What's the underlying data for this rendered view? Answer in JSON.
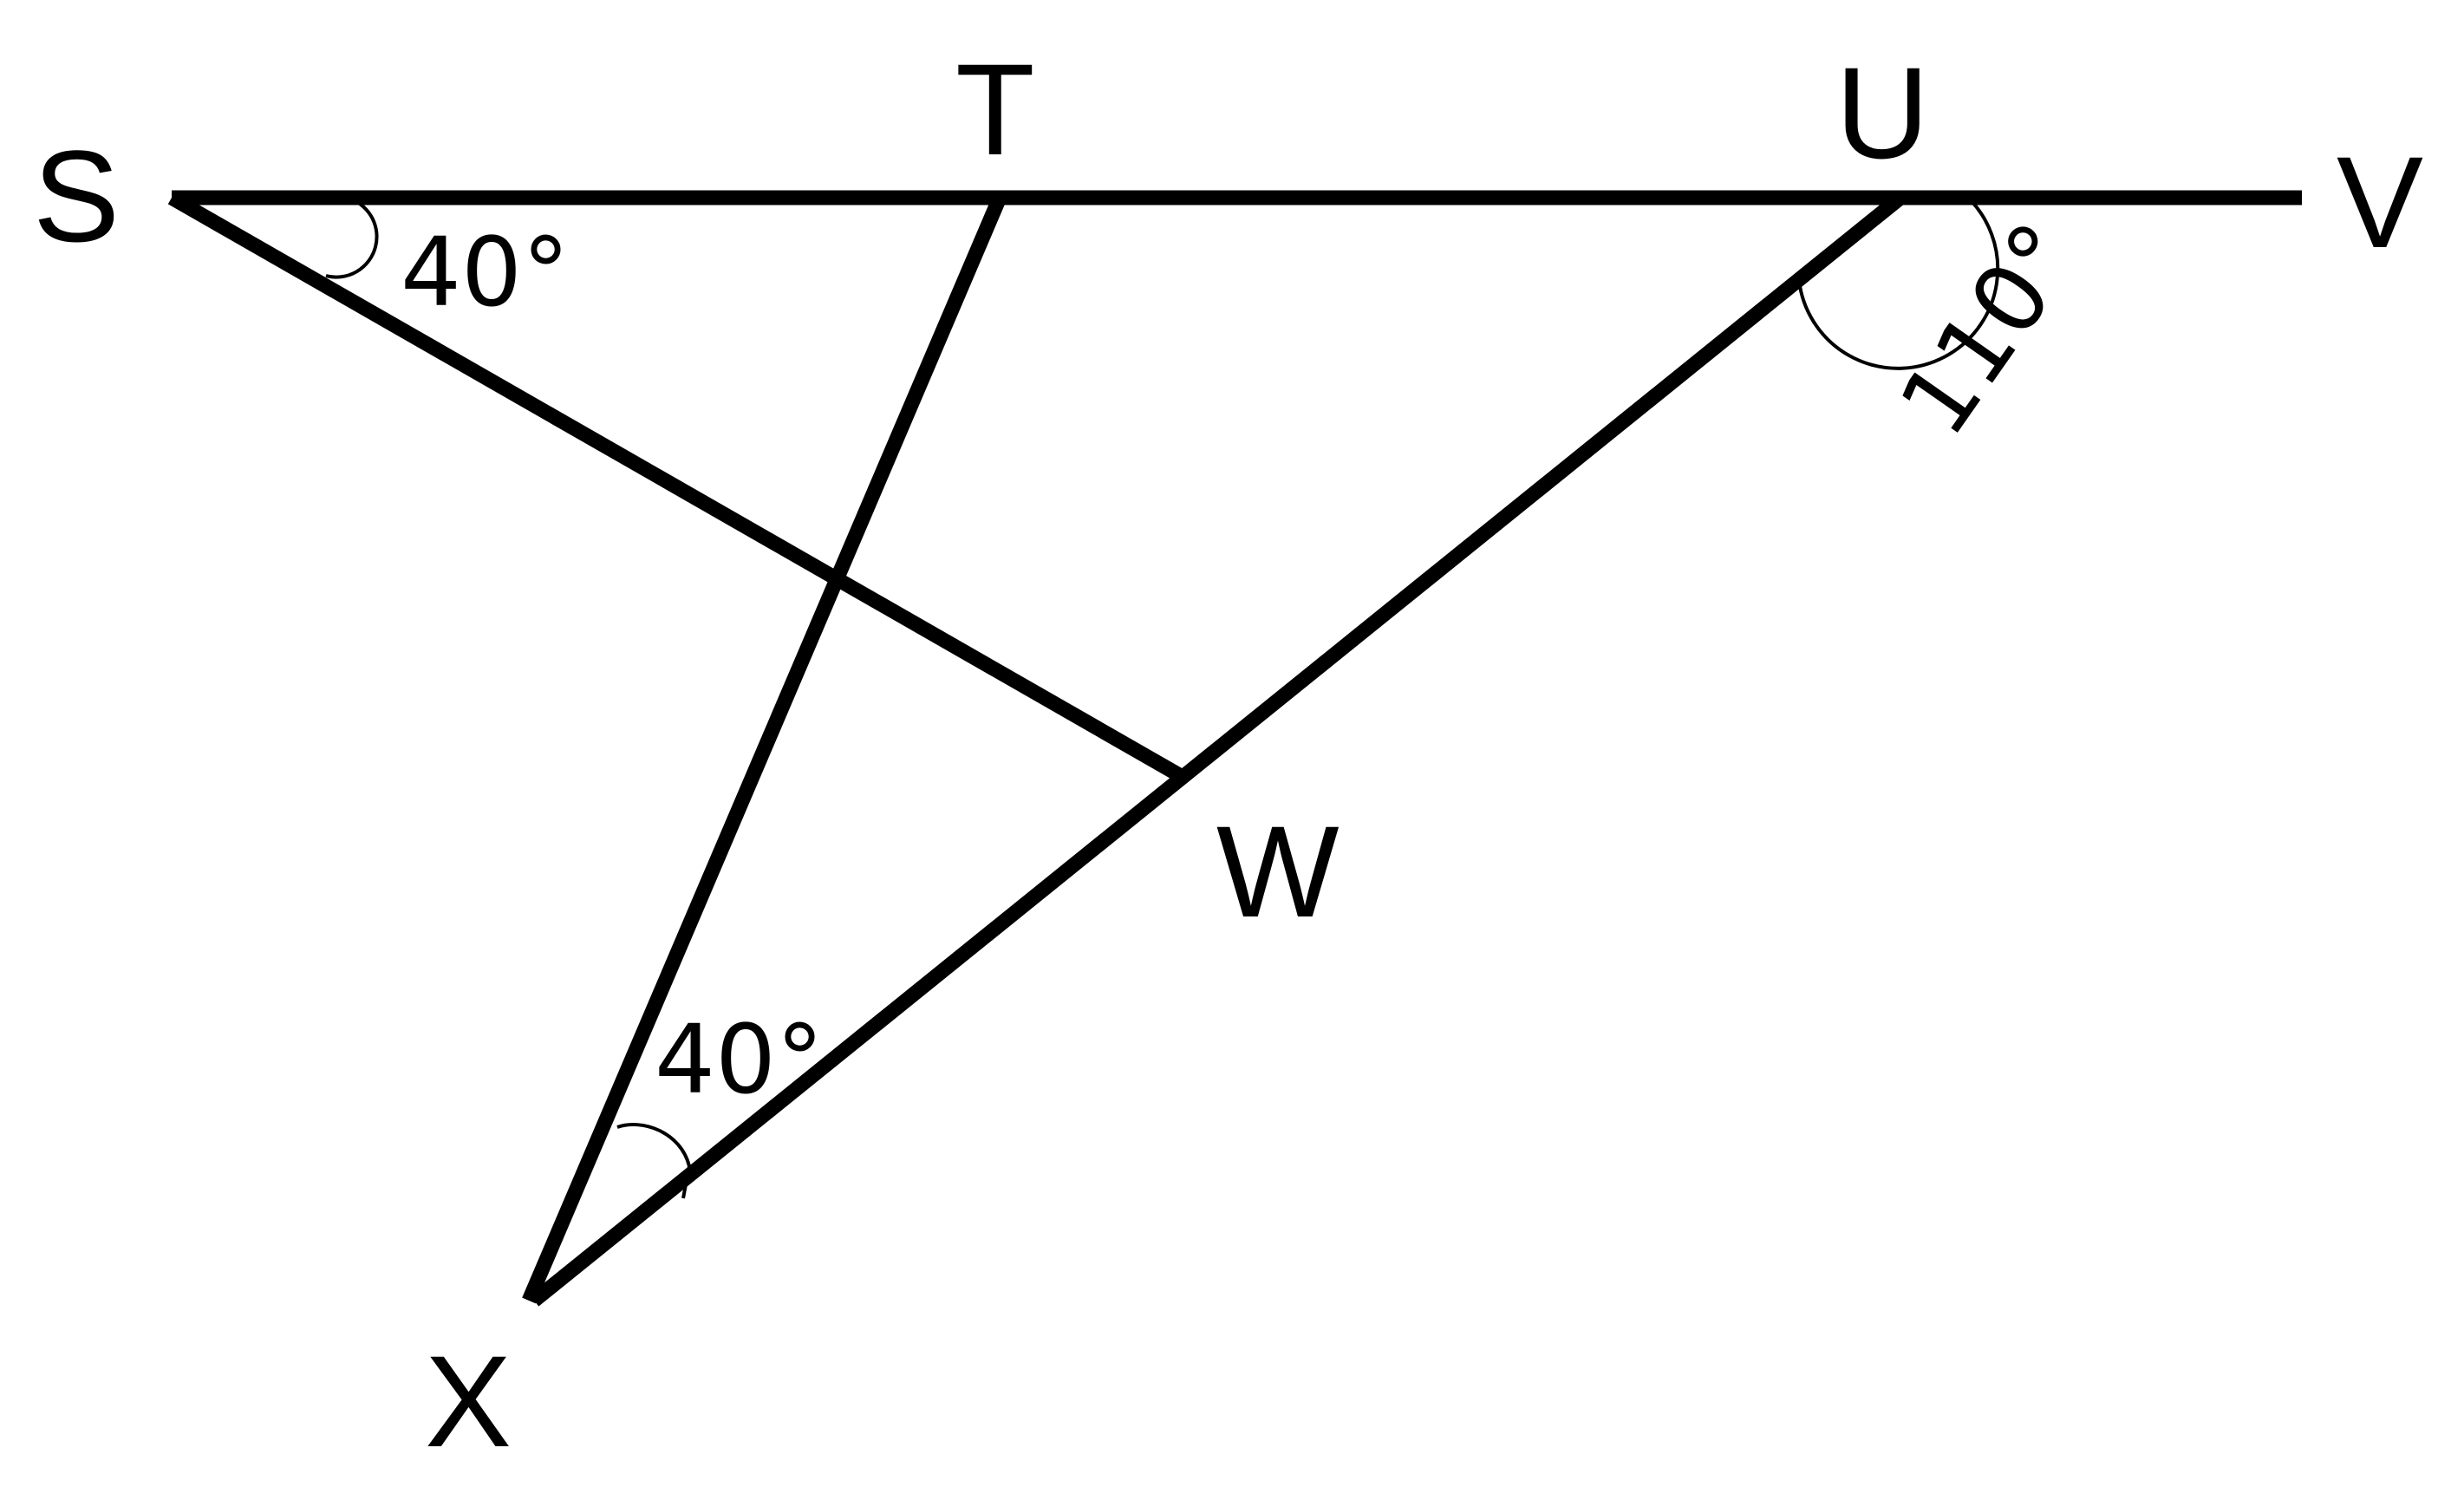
{
  "points": {
    "S": "S",
    "T": "T",
    "U": "U",
    "V": "V",
    "W": "W",
    "X": "X"
  },
  "angles": {
    "at_S": "40°",
    "at_X": "40°",
    "at_U": "110°"
  }
}
